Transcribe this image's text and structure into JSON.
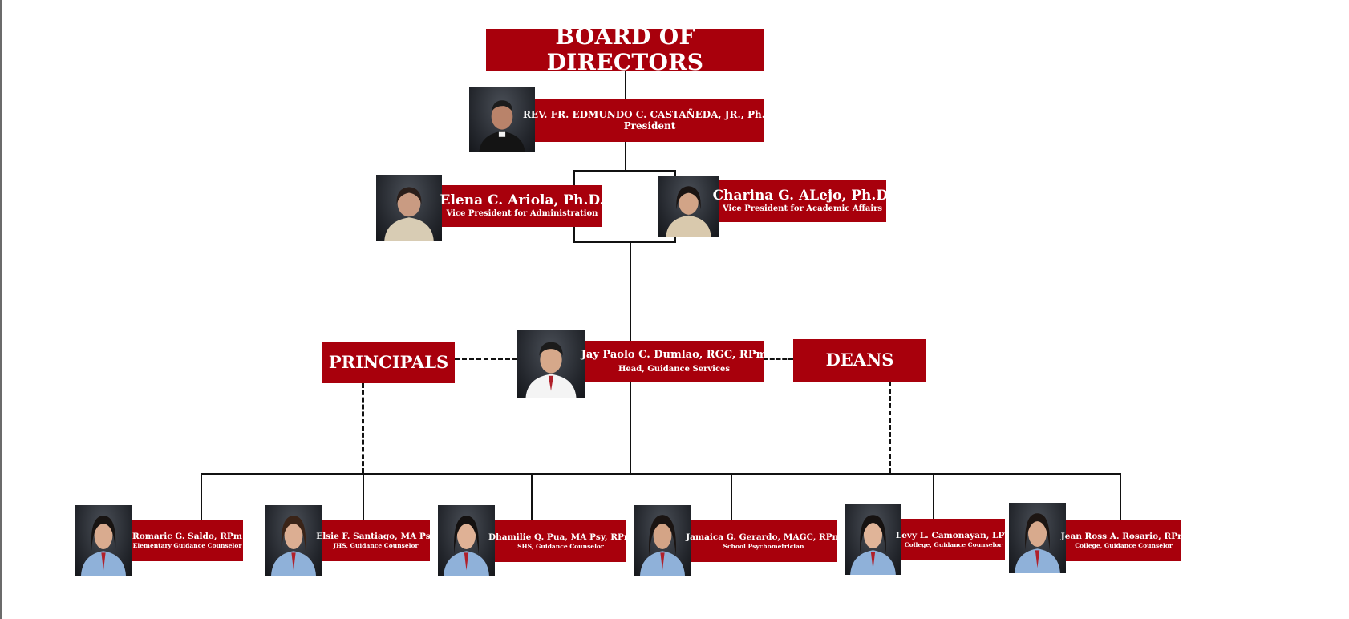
{
  "board": {
    "title": "BOARD OF DIRECTORS"
  },
  "president": {
    "name": "REV. FR. EDMUNDO C. CASTAÑEDA, JR., Ph.D.",
    "role": "President"
  },
  "vp_admin": {
    "name": "Elena C. Ariola, Ph.D.",
    "role": "Vice President for Administration"
  },
  "vp_academic": {
    "name": "Charina G. ALejo, Ph.D.",
    "role": "Vice President for Academic Affairs"
  },
  "head": {
    "name": "Jay Paolo  C. Dumlao, RGC, RPm",
    "role": "Head, Guidance Services"
  },
  "principals": {
    "label": "PRINCIPALS"
  },
  "deans": {
    "label": "DEANS"
  },
  "counselors": [
    {
      "name": "Romaric G. Saldo, RPm",
      "role": "Elementary Guidance Counselor"
    },
    {
      "name": "Elsie F. Santiago, MA Psy",
      "role": "JHS, Guidance Counselor"
    },
    {
      "name": "Dhamilie Q. Pua, MA Psy, RPm",
      "role": "SHS, Guidance Counselor"
    },
    {
      "name": "Jamaica G. Gerardo, MAGC, RPm",
      "role": "School Psychometrician"
    },
    {
      "name": "Levy L. Camonayan, LPT",
      "role": "College, Guidance Counselor"
    },
    {
      "name": "Jean Ross A. Rosario, RPm",
      "role": "College, Guidance Counselor"
    }
  ],
  "colors": {
    "box_red": "#a8000c",
    "text_white": "#ffffff",
    "line_black": "#111111",
    "photo_bg": "#2a2d33"
  },
  "icons": {
    "photo": "person-portrait-icon"
  }
}
